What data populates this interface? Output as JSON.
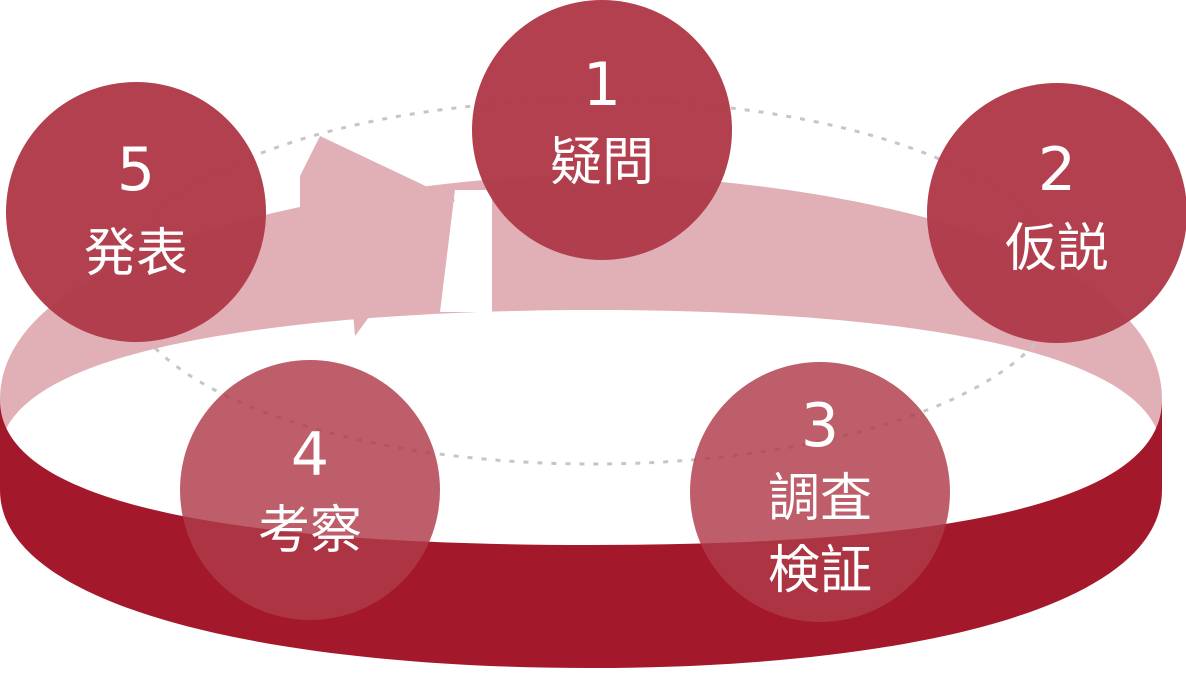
{
  "cycle": {
    "colors": {
      "node_fill": "#b03a49",
      "ring_dark": "#a3182a",
      "ring_light": "#e0b0b6",
      "dashed_path": "#c6c6c6"
    },
    "steps": [
      {
        "number": "1",
        "lines": [
          "疑問"
        ]
      },
      {
        "number": "2",
        "lines": [
          "仮説"
        ]
      },
      {
        "number": "3",
        "lines": [
          "調査",
          "検証"
        ]
      },
      {
        "number": "4",
        "lines": [
          "考察"
        ]
      },
      {
        "number": "5",
        "lines": [
          "発表"
        ]
      }
    ]
  }
}
